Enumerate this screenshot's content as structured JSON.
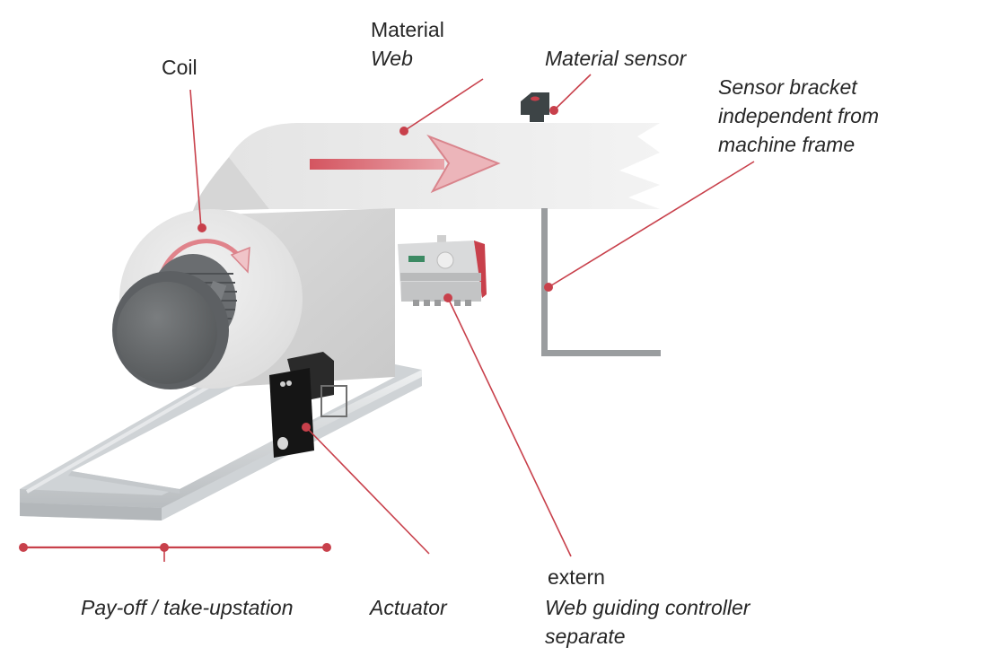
{
  "title": "Web guiding system overview",
  "accent_color": "#c8404b",
  "labels": {
    "coil": "Coil",
    "material_web_line1": "Material",
    "material_web_line2": "Web",
    "material_sensor": "Material sensor",
    "sensor_bracket_line1": "Sensor bracket",
    "sensor_bracket_line2": "independent from",
    "sensor_bracket_line3": "machine frame",
    "payoff_station": "Pay-off / take-upstation",
    "actuator": "Actuator",
    "controller_line0": "extern",
    "controller_line1": "Web guiding controller",
    "controller_line2": "separate"
  },
  "components": [
    {
      "id": "coil",
      "name": "Coil"
    },
    {
      "id": "material-web",
      "name": "Material Web"
    },
    {
      "id": "material-sensor",
      "name": "Material sensor"
    },
    {
      "id": "sensor-bracket",
      "name": "Sensor bracket"
    },
    {
      "id": "controller",
      "name": "Web guiding controller"
    },
    {
      "id": "actuator",
      "name": "Actuator"
    },
    {
      "id": "payoff-frame",
      "name": "Pay-off / take-up station"
    }
  ]
}
